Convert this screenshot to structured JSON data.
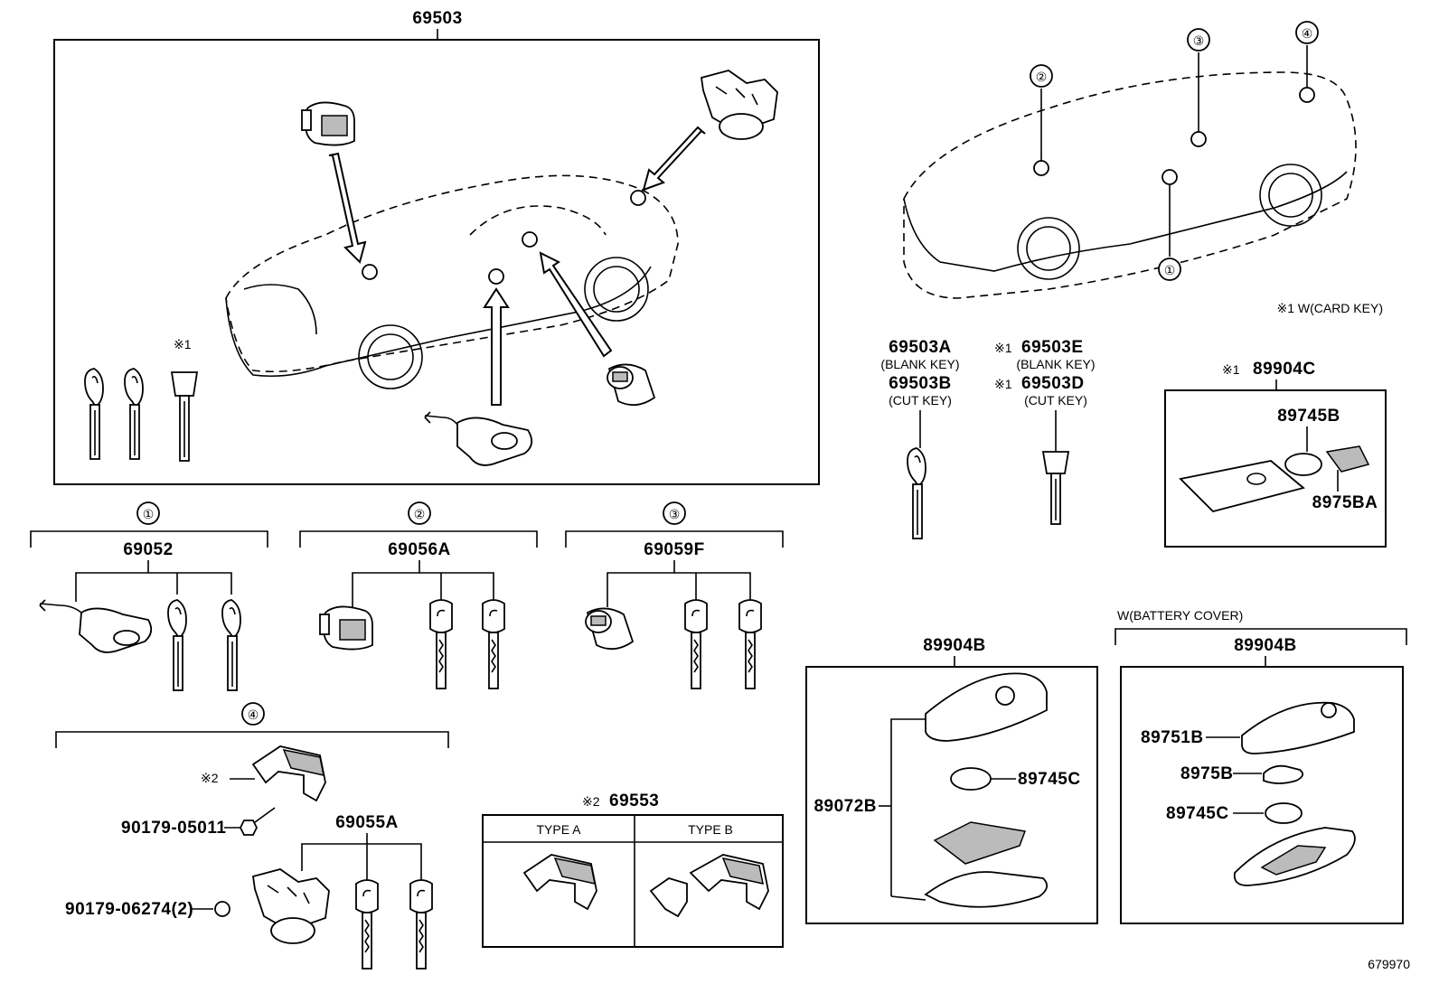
{
  "main_assembly": {
    "part_no": "69503"
  },
  "callouts": {
    "c1": "①",
    "c2": "②",
    "c3": "③",
    "c4": "④"
  },
  "card_key_note": "※1 W(CARD KEY)",
  "marker_x1": "※1",
  "marker_x2": "※2",
  "keys": {
    "left": {
      "blank": "69503A",
      "blank_label": "(BLANK KEY)",
      "cut": "69503B",
      "cut_label": "(CUT KEY)"
    },
    "right": {
      "blank_prefix": "※1",
      "blank": "69503E",
      "blank_label": "(BLANK KEY)",
      "cut_prefix": "※1",
      "cut": "69503D",
      "cut_label": "(CUT KEY)"
    }
  },
  "card_key_box": {
    "prefix": "※1",
    "part_no": "89904C",
    "battery": "89745B",
    "holder": "8975BA"
  },
  "groups": [
    {
      "callout": "①",
      "part_no": "69052"
    },
    {
      "callout": "②",
      "part_no": "69056A"
    },
    {
      "callout": "③",
      "part_no": "69059F"
    },
    {
      "callout": "④",
      "part_no": "69055A"
    }
  ],
  "group4_parts": {
    "cover_marker": "※2",
    "screw": "90179-05011",
    "nut": "90179-06274(2)"
  },
  "cover_table": {
    "prefix": "※2",
    "part_no": "69553",
    "type_a": "TYPE A",
    "type_b": "TYPE B"
  },
  "transmitter_left": {
    "part_no": "89904B",
    "case": "89072B",
    "battery": "89745C"
  },
  "transmitter_right": {
    "note": "W(BATTERY COVER)",
    "part_no": "89904B",
    "cover": "89751B",
    "holder": "8975B",
    "battery": "89745C"
  },
  "figure_id": "679970"
}
